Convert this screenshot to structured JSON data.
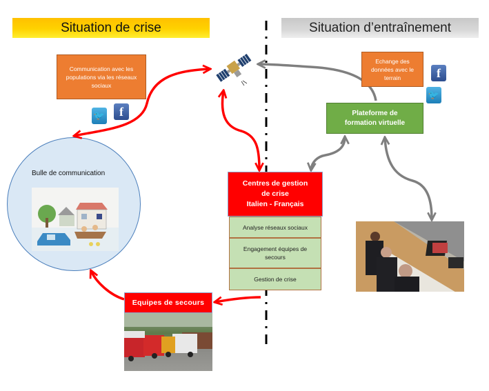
{
  "banners": {
    "crisis": "Situation de crise",
    "training": "Situation d’entraînement"
  },
  "boxes": {
    "communication": "Communication avec les populations via les réseaux sociaux",
    "data_exchange": "Echange des données avec le terrain",
    "platform": "Plateforme de formation virtuelle",
    "crisis_center_lines": [
      "Centres de gestion",
      "de crise",
      "Italien - Français"
    ],
    "sub_items": [
      "Analyse réseaux sociaux",
      "Engagement équipes de secours",
      "Gestion de crise"
    ],
    "rescue_teams": "Equipes de secours"
  },
  "bubble": {
    "label": "Bulle de communication"
  },
  "icons": {
    "facebook": "f",
    "twitter": "🐦",
    "satellite": "satellite-icon"
  },
  "colors": {
    "crisis_arrow": "#ff0000",
    "training_arrow": "#7f7f7f",
    "orange": "#ed7d31",
    "green": "#70ad47",
    "red": "#ff0000",
    "light_green": "#c5e0b4",
    "bubble": "#dae8f5"
  }
}
